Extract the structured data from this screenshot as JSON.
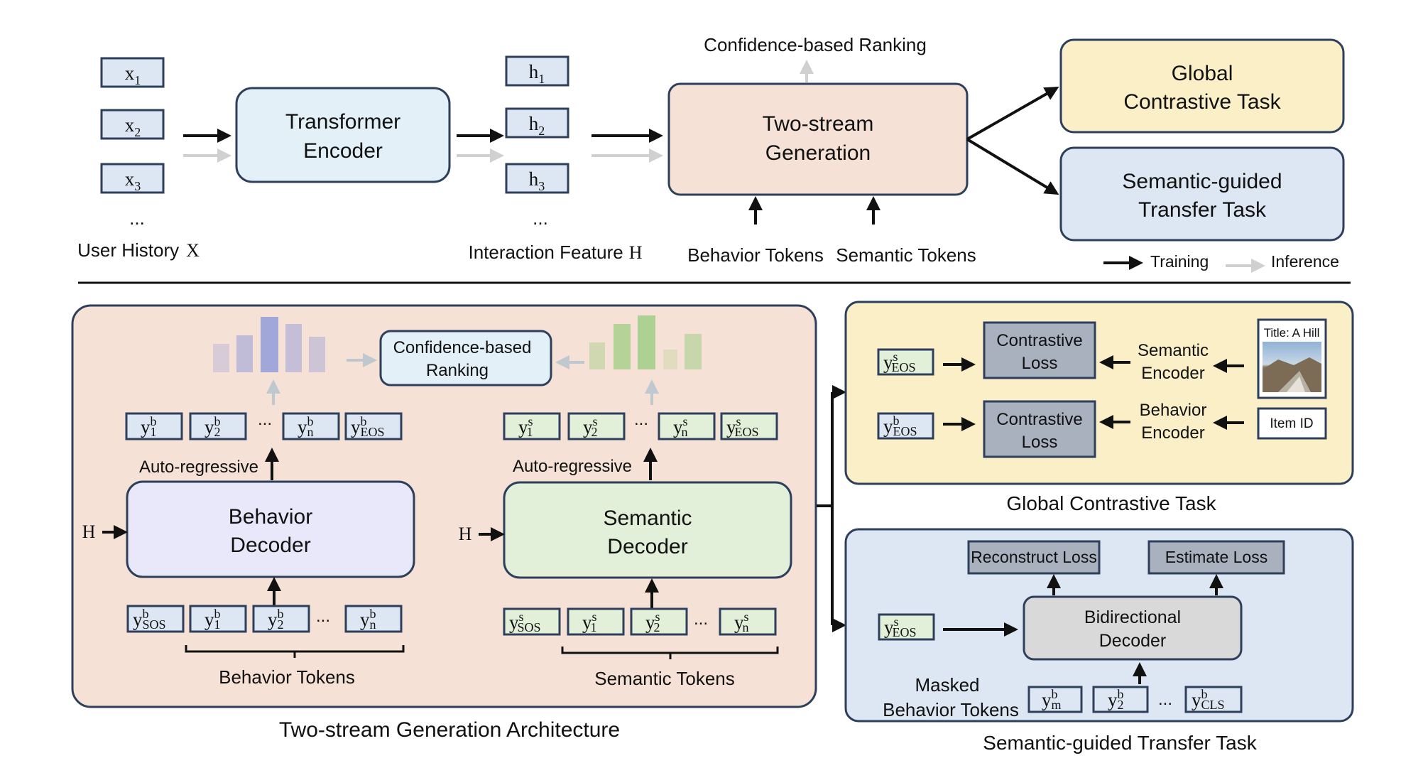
{
  "top": {
    "inputs": {
      "tokens": [
        "x",
        "x",
        "x"
      ],
      "subscripts": [
        "1",
        "2",
        "3"
      ],
      "ellipsis": "...",
      "caption": "User History",
      "caption_var": "X"
    },
    "encoder": {
      "line1": "Transformer",
      "line2": "Encoder"
    },
    "features": {
      "tokens": [
        "h",
        "h",
        "h"
      ],
      "subscripts": [
        "1",
        "2",
        "3"
      ],
      "ellipsis": "...",
      "caption": "Interaction Feature",
      "caption_var": "H"
    },
    "generation": {
      "line1": "Two-stream",
      "line2": "Generation"
    },
    "ranking_label": "Confidence-based Ranking",
    "behavior_tokens_label": "Behavior Tokens",
    "semantic_tokens_label": "Semantic Tokens",
    "global_task": {
      "line1": "Global",
      "line2": "Contrastive Task"
    },
    "transfer_task": {
      "line1": "Semantic-guided",
      "line2": "Transfer Task"
    },
    "legend": {
      "training": "Training",
      "inference": "Inference"
    }
  },
  "arch": {
    "caption": "Two-stream Generation Architecture",
    "ranking": {
      "line1": "Confidence-based",
      "line2": "Ranking"
    },
    "behavior": {
      "decoder": {
        "line1": "Behavior",
        "line2": "Decoder"
      },
      "autoregressive": "Auto-regressive",
      "input_var": "H",
      "outputs": [
        {
          "base": "y",
          "sup": "b",
          "sub": "1"
        },
        {
          "base": "y",
          "sup": "b",
          "sub": "2"
        },
        {
          "base": "y",
          "sup": "b",
          "sub": "n"
        },
        {
          "base": "y",
          "sup": "b",
          "sub": "EOS"
        }
      ],
      "inputs": [
        {
          "base": "y",
          "sup": "b",
          "sub": "SOS"
        },
        {
          "base": "y",
          "sup": "b",
          "sub": "1"
        },
        {
          "base": "y",
          "sup": "b",
          "sub": "2"
        },
        {
          "base": "y",
          "sup": "b",
          "sub": "n"
        }
      ],
      "ellipsis": "...",
      "tokens_label": "Behavior Tokens"
    },
    "semantic": {
      "decoder": {
        "line1": "Semantic",
        "line2": "Decoder"
      },
      "autoregressive": "Auto-regressive",
      "input_var": "H",
      "outputs": [
        {
          "base": "y",
          "sup": "s",
          "sub": "1"
        },
        {
          "base": "y",
          "sup": "s",
          "sub": "2"
        },
        {
          "base": "y",
          "sup": "s",
          "sub": "n"
        },
        {
          "base": "y",
          "sup": "s",
          "sub": "EOS"
        }
      ],
      "inputs": [
        {
          "base": "y",
          "sup": "s",
          "sub": "SOS"
        },
        {
          "base": "y",
          "sup": "s",
          "sub": "1"
        },
        {
          "base": "y",
          "sup": "s",
          "sub": "2"
        },
        {
          "base": "y",
          "sup": "s",
          "sub": "n"
        }
      ],
      "ellipsis": "...",
      "tokens_label": "Semantic Tokens"
    }
  },
  "global": {
    "caption": "Global Contrastive Task",
    "token_s": {
      "base": "y",
      "sup": "s",
      "sub": "EOS"
    },
    "token_b": {
      "base": "y",
      "sup": "b",
      "sub": "EOS"
    },
    "loss1": {
      "line1": "Contrastive",
      "line2": "Loss"
    },
    "loss2": {
      "line1": "Contrastive",
      "line2": "Loss"
    },
    "sem_encoder": {
      "line1": "Semantic",
      "line2": "Encoder"
    },
    "beh_encoder": {
      "line1": "Behavior",
      "line2": "Encoder"
    },
    "image_title": "Title: A Hill",
    "item_id": "Item ID"
  },
  "transfer": {
    "caption": "Semantic-guided Transfer Task",
    "reconstruct": "Reconstruct Loss",
    "estimate": "Estimate Loss",
    "decoder": {
      "line1": "Bidirectional",
      "line2": "Decoder"
    },
    "token_s": {
      "base": "y",
      "sup": "s",
      "sub": "EOS"
    },
    "masked": {
      "line1": "Masked",
      "line2": "Behavior Tokens"
    },
    "tokens": [
      {
        "base": "y",
        "sup": "b",
        "sub": "m"
      },
      {
        "base": "y",
        "sup": "b",
        "sub": "2"
      },
      {
        "base": "y",
        "sup": "b",
        "sub": "CLS"
      }
    ],
    "ellipsis": "..."
  },
  "colors": {
    "encoder_fill": "#E3F0F8",
    "generation_fill": "#F6E1D6",
    "global_fill": "#FBEFC8",
    "transfer_fill": "#DDE7F3",
    "behavior_fill": "#E9E7FA",
    "semantic_fill": "#E2F0DA",
    "loss_fill": "#A9B0BE",
    "decoder_fill": "#D9D9D9",
    "border": "#2E3F5C",
    "purple_bar": "#9CA3D8",
    "green_bar": "#A9D08E",
    "inference_arrow": "#D0D0D0"
  },
  "icons": [
    "landscape-image-icon"
  ]
}
